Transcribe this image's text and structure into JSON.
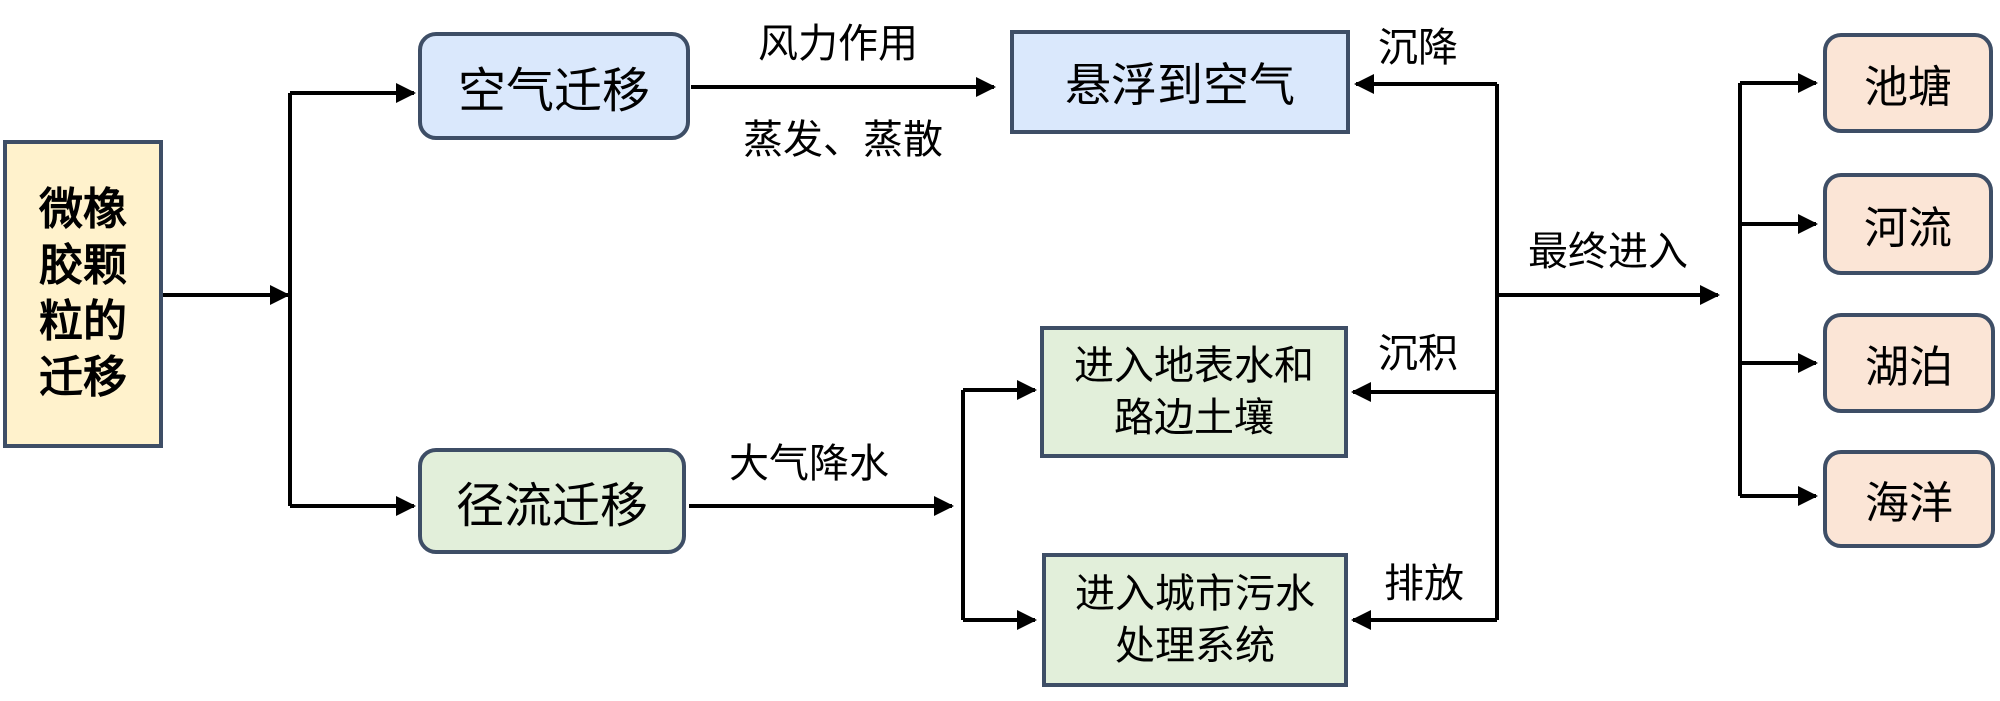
{
  "boxes": {
    "source": "微橡胶颗粒的迁移",
    "air_migration": "空气迁移",
    "runoff_migration": "径流迁移",
    "suspend_air": "悬浮到空气",
    "surface_water": "进入地表水和路边土壤",
    "sewage_system": "进入城市污水处理系统"
  },
  "destinations": [
    "池塘",
    "河流",
    "湖泊",
    "海洋"
  ],
  "edge_labels": {
    "wind": "风力作用",
    "evaporation": "蒸发、蒸散",
    "precipitation": "大气降水",
    "settling": "沉降",
    "sedimentation": "沉积",
    "discharge": "排放",
    "finally_enter": "最终进入"
  },
  "colors": {
    "stroke": "#3e4e66",
    "source_fill": "#fff2cc",
    "air_fill": "#dae8fc",
    "runoff_fill": "#e2efda",
    "destination_fill": "#fbe5d6",
    "arrow": "#000000"
  }
}
